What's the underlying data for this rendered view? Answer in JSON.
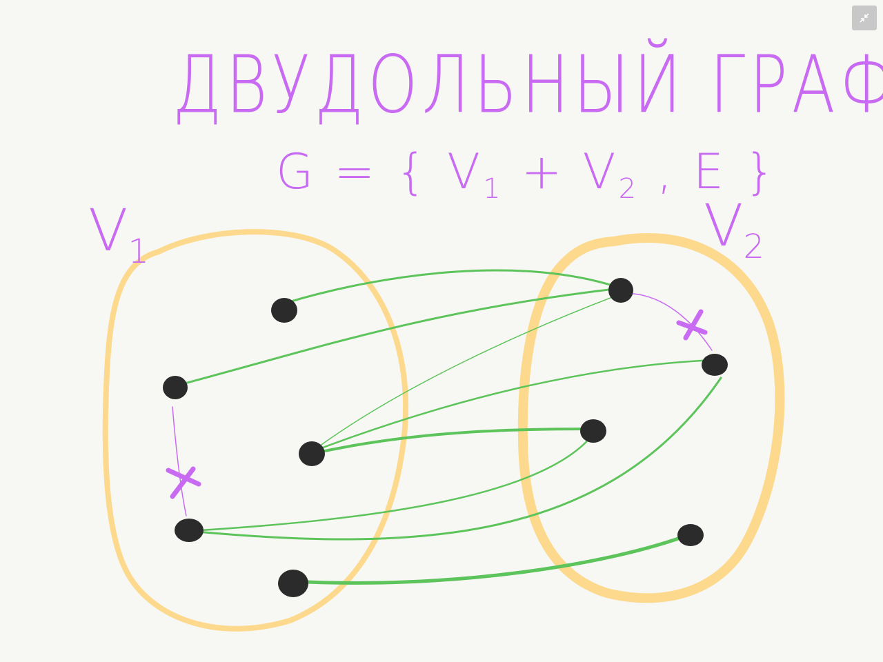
{
  "title": "ДВУДОЛЬНЫЙ ГРАФ",
  "formula": {
    "prefix": "G = { V",
    "sub1": "1",
    "middle": " + V",
    "sub2": "2",
    "suffix": " , E }"
  },
  "sets": [
    {
      "name": "V",
      "sub": "1"
    },
    {
      "name": "V",
      "sub": "2"
    }
  ],
  "icons": {
    "collapse": "collapse-icon"
  },
  "colors": {
    "ink": "#c86af2",
    "set_outline": "#fcd98c",
    "edge": "#5cc45a",
    "vertex": "#2b2b2b",
    "background": "#f7f7f3"
  }
}
